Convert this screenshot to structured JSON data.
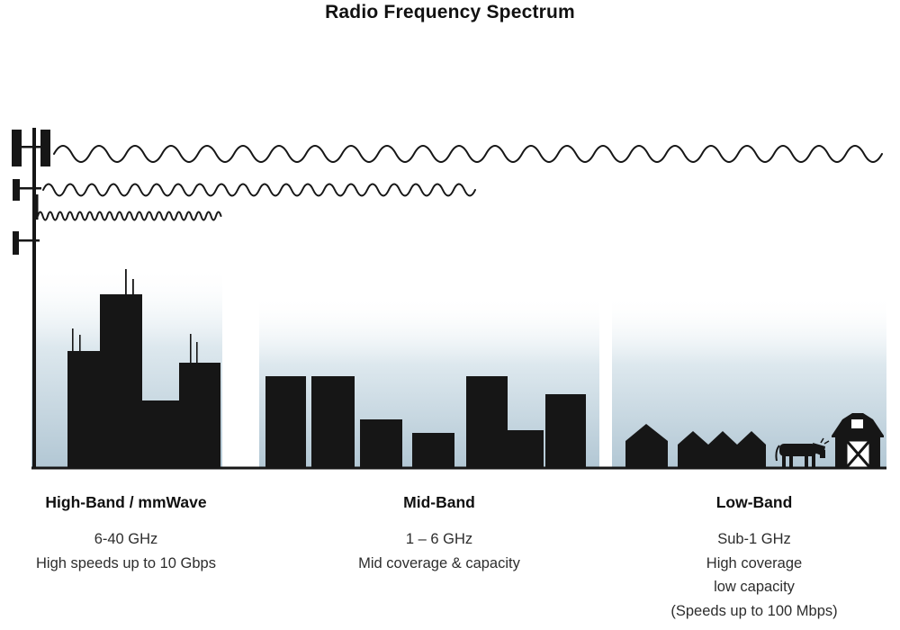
{
  "title": "Radio Frequency Spectrum",
  "bands": [
    {
      "name": "High-Band / mmWave",
      "lines": [
        "6-40 GHz",
        "High speeds up to 10 Gbps"
      ]
    },
    {
      "name": "Mid-Band",
      "lines": [
        "1 – 6 GHz",
        "Mid coverage & capacity"
      ]
    },
    {
      "name": "Low-Band",
      "lines": [
        "Sub-1 GHz",
        "High coverage",
        "low capacity",
        "(Speeds up to 100 Mbps)"
      ]
    }
  ],
  "scene": {
    "icons": [
      "cell-tower-icon",
      "low-frequency-wave",
      "mid-frequency-wave",
      "high-frequency-wave",
      "city-skyline-icon",
      "midrise-buildings-icon",
      "houses-icon",
      "cow-icon",
      "barn-icon"
    ]
  },
  "colors": {
    "ink": "#161616",
    "heading": "#101010",
    "text": "#2d2d2d",
    "gradient_top": "#ffffff",
    "gradient_mid": "#dde8ee",
    "gradient_bottom": "#b2c7d4"
  }
}
